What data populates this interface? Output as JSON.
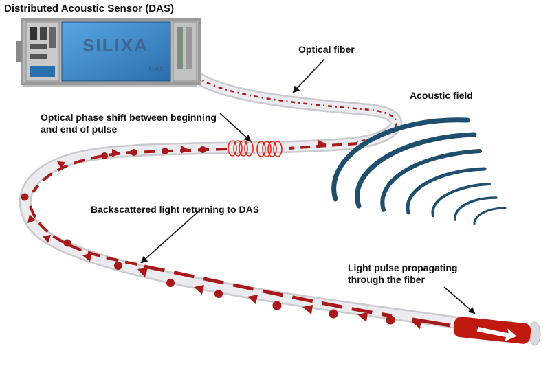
{
  "labels": {
    "das_title": "Distributed Acoustic Sensor (DAS)",
    "optical_fiber": "Optical fiber",
    "acoustic_field": "Acoustic field",
    "phase_shift_line1": "Optical phase shift between beginning",
    "phase_shift_line2": "and end of pulse",
    "backscattered": "Backscattered light returning to DAS",
    "pulse_line1": "Light pulse propagating",
    "pulse_line2": "through the fiber"
  },
  "device": {
    "brand": "SILIXA",
    "model": "DAS"
  },
  "colors": {
    "device_blue": "#3a86c8",
    "fiber": "#e6e6ea",
    "arrow_red": "#a81a1a",
    "wave_blue": "#1f4f6e",
    "coil_red": "#e02b1c"
  }
}
